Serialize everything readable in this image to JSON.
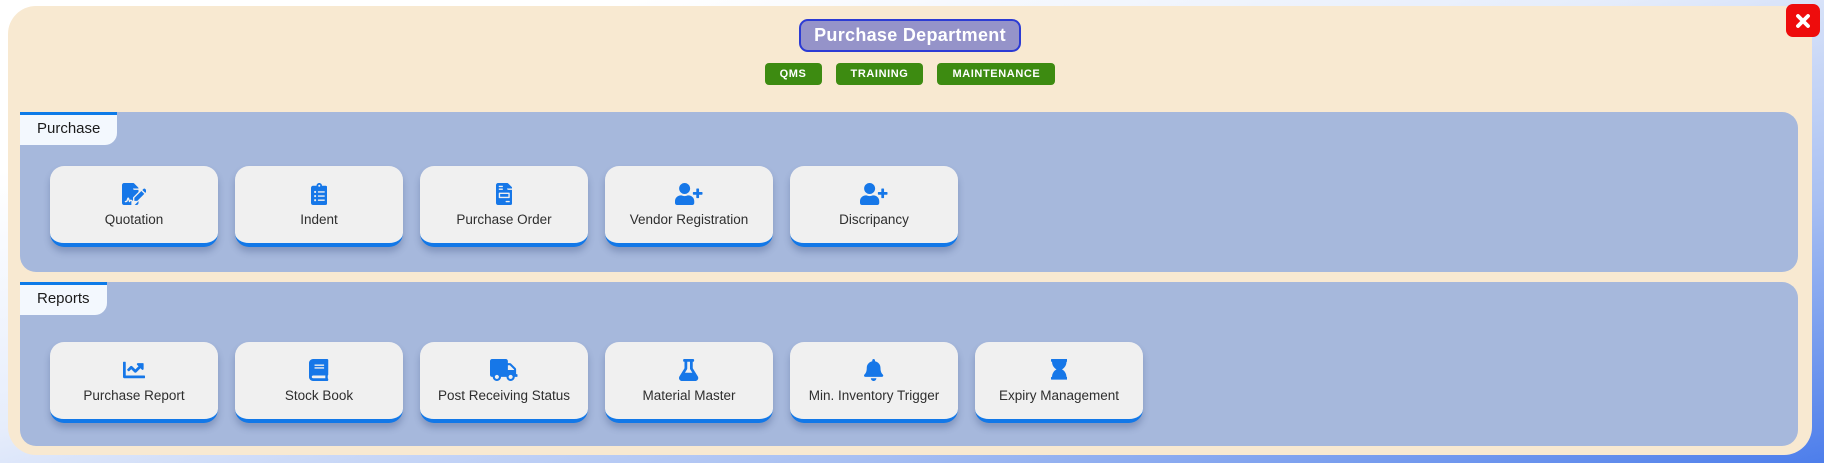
{
  "window": {
    "close_icon": "x-close-icon"
  },
  "header": {
    "title": "Purchase Department"
  },
  "nav_buttons": [
    {
      "label": "QMS"
    },
    {
      "label": "TRAINING"
    },
    {
      "label": "MAINTENANCE"
    }
  ],
  "sections": [
    {
      "tab": "Purchase",
      "cards": [
        {
          "label": "Quotation",
          "icon": "file-signature-icon"
        },
        {
          "label": "Indent",
          "icon": "clipboard-list-icon"
        },
        {
          "label": "Purchase Order",
          "icon": "file-invoice-icon"
        },
        {
          "label": "Vendor Registration",
          "icon": "user-plus-icon"
        },
        {
          "label": "Discripancy",
          "icon": "user-plus-icon"
        }
      ]
    },
    {
      "tab": "Reports",
      "cards": [
        {
          "label": "Purchase Report",
          "icon": "chart-line-icon"
        },
        {
          "label": "Stock Book",
          "icon": "book-icon"
        },
        {
          "label": "Post Receiving Status",
          "icon": "truck-icon"
        },
        {
          "label": "Material Master",
          "icon": "flask-icon"
        },
        {
          "label": "Min. Inventory Trigger",
          "icon": "bell-icon"
        },
        {
          "label": "Expiry Management",
          "icon": "hourglass-icon"
        }
      ]
    }
  ],
  "colors": {
    "container_bg": "#f8e9d1",
    "section_bg": "#a6b8dc",
    "accent_blue": "#1278e8",
    "icon_blue": "#1677e8",
    "button_green": "#3d8b11",
    "badge_purple_bg": "#9593c9",
    "badge_border_blue": "#2c3bd4",
    "close_red": "#ee0c0c",
    "page_gradient_bottom": "#4d7eeb"
  }
}
